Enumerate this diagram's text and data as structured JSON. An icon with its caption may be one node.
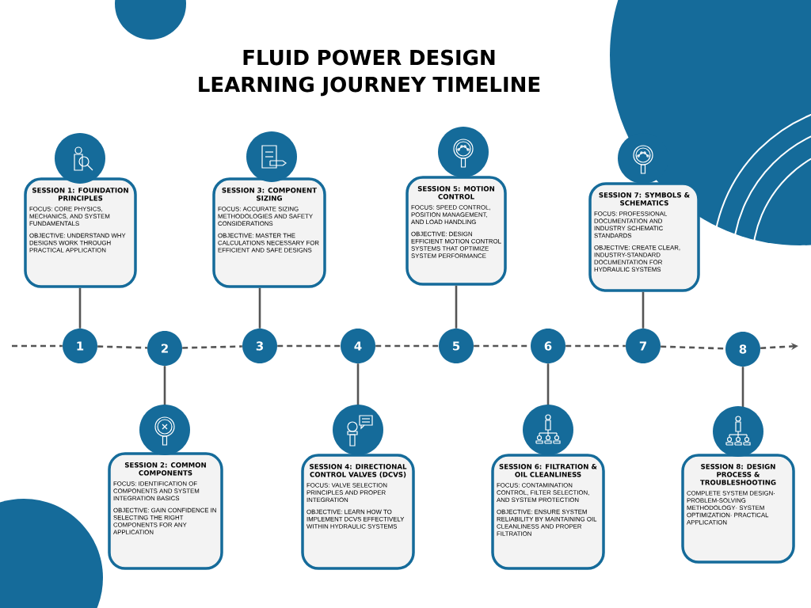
{
  "diagram": {
    "title": "FLUID POWER DESIGN LEARNING JOURNEY TIMELINE",
    "nodes": [
      {
        "text": [
          "1"
        ]
      },
      {
        "text": [
          "2"
        ]
      },
      {
        "text": [
          "3"
        ]
      },
      {
        "text": [
          "4"
        ]
      },
      {
        "text": [
          "5"
        ]
      },
      {
        "text": [
          "6"
        ]
      },
      {
        "text": [
          "7"
        ]
      },
      {
        "text": [
          "8"
        ]
      },
      {
        "text": [
          "SESSION 1: FOUNDATION PRINCIPLES",
          "FOCUS: CORE PHYSICS, MECHANICS, AND SYSTEM FUNDAMENTALS",
          "OBJECTIVE: UNDERSTAND WHY DESIGNS WORK THROUGH PRACTICAL APPLICATION"
        ]
      },
      {
        "text": [
          "SESSION 2: COMMON COMPONENTS",
          "FOCUS: IDENTIFICATION OF COMPONENTS AND SYSTEM INTEGRATION BASICS",
          "OBJECTIVE: GAIN CONFIDENCE IN SELECTING THE RIGHT COMPONENTS FOR ANY APPLICATION"
        ]
      },
      {
        "text": [
          "SESSION 3: COMPONENT SIZING",
          "FOCUS: ACCURATE SIZING METHODOLOGIES AND SAFETY CONSIDERATIONS",
          "OBJECTIVE: MASTER THE CALCULATIONS NECESSARY FOR EFFICIENT AND SAFE DESIGNS"
        ]
      },
      {
        "text": [
          "SESSION 4: DIRECTIONAL CONTROL VALVES (DCVS)",
          "FOCUS: VALVE SELECTION PRINCIPLES AND PROPER INTEGRATION",
          "OBJECTIVE: LEARN HOW TO IMPLEMENT DCVS EFFECTIVELY WITHIN HYDRAULIC SYSTEMS"
        ]
      },
      {
        "text": [
          "SESSION 5: MOTION CONTROL",
          "FOCUS: SPEED CONTROL, POSITION MANAGEMENT, AND LOAD HANDLING",
          "OBJECTIVE: DESIGN EFFICIENT MOTION CONTROL SYSTEMS THAT OPTIMIZE SYSTEM PERFORMANCE"
        ]
      },
      {
        "text": [
          "SESSION 6: FILTRATION & OIL CLEANLINESS",
          "FOCUS: CONTAMINATION CONTROL, FILTER SELECTION, AND SYSTEM PROTECTION",
          "OBJECTIVE: ENSURE SYSTEM RELIABILITY BY MAINTAINING OIL CLEANLINESS AND PROPER FILTRATION"
        ]
      },
      {
        "text": [
          "SESSION 7: SYMBOLS & SCHEMATICS",
          "FOCUS: PROFESSIONAL DOCUMENTATION AND INDUSTRY SCHEMATIC STANDARDS",
          "OBJECTIVE: CREATE CLEAR, INDUSTRY-STANDARD DOCUMENTATION FOR HYDRAULIC SYSTEMS"
        ]
      },
      {
        "text": [
          "SESSION 8: DESIGN PROCESS & TROUBLESHOOTING",
          "COMPLETE SYSTEM DESIGN· PROBLEM-SOLVING METHODOLOGY· SYSTEM OPTIMIZATION· PRACTICAL APPLICATION"
        ]
      }
    ],
    "edges": [
      {
        "from": null,
        "to": 0,
        "arrow": "none",
        "style": "dashed"
      },
      {
        "from": 0,
        "to": 1,
        "arrow": "none",
        "style": "dashed"
      },
      {
        "from": 1,
        "to": 2,
        "arrow": "none",
        "style": "dashed"
      },
      {
        "from": 2,
        "to": 3,
        "arrow": "none",
        "style": "dashed"
      },
      {
        "from": 3,
        "to": 4,
        "arrow": "none",
        "style": "dashed"
      },
      {
        "from": 4,
        "to": 5,
        "arrow": "none",
        "style": "dashed"
      },
      {
        "from": 5,
        "to": 6,
        "arrow": "none",
        "style": "dashed"
      },
      {
        "from": 6,
        "to": 7,
        "arrow": "none",
        "style": "dashed"
      },
      {
        "from": 7,
        "to": null,
        "arrow": "to",
        "style": "dashed"
      },
      {
        "from": 0,
        "to": 8,
        "arrow": "none"
      },
      {
        "from": 1,
        "to": 9,
        "arrow": "none"
      },
      {
        "from": 2,
        "to": 10,
        "arrow": "none"
      },
      {
        "from": 3,
        "to": 11,
        "arrow": "none"
      },
      {
        "from": 4,
        "to": 12,
        "arrow": "none"
      },
      {
        "from": 5,
        "to": 13,
        "arrow": "none"
      },
      {
        "from": 6,
        "to": 14,
        "arrow": "none"
      },
      {
        "from": 7,
        "to": 15,
        "arrow": "none"
      }
    ]
  }
}
